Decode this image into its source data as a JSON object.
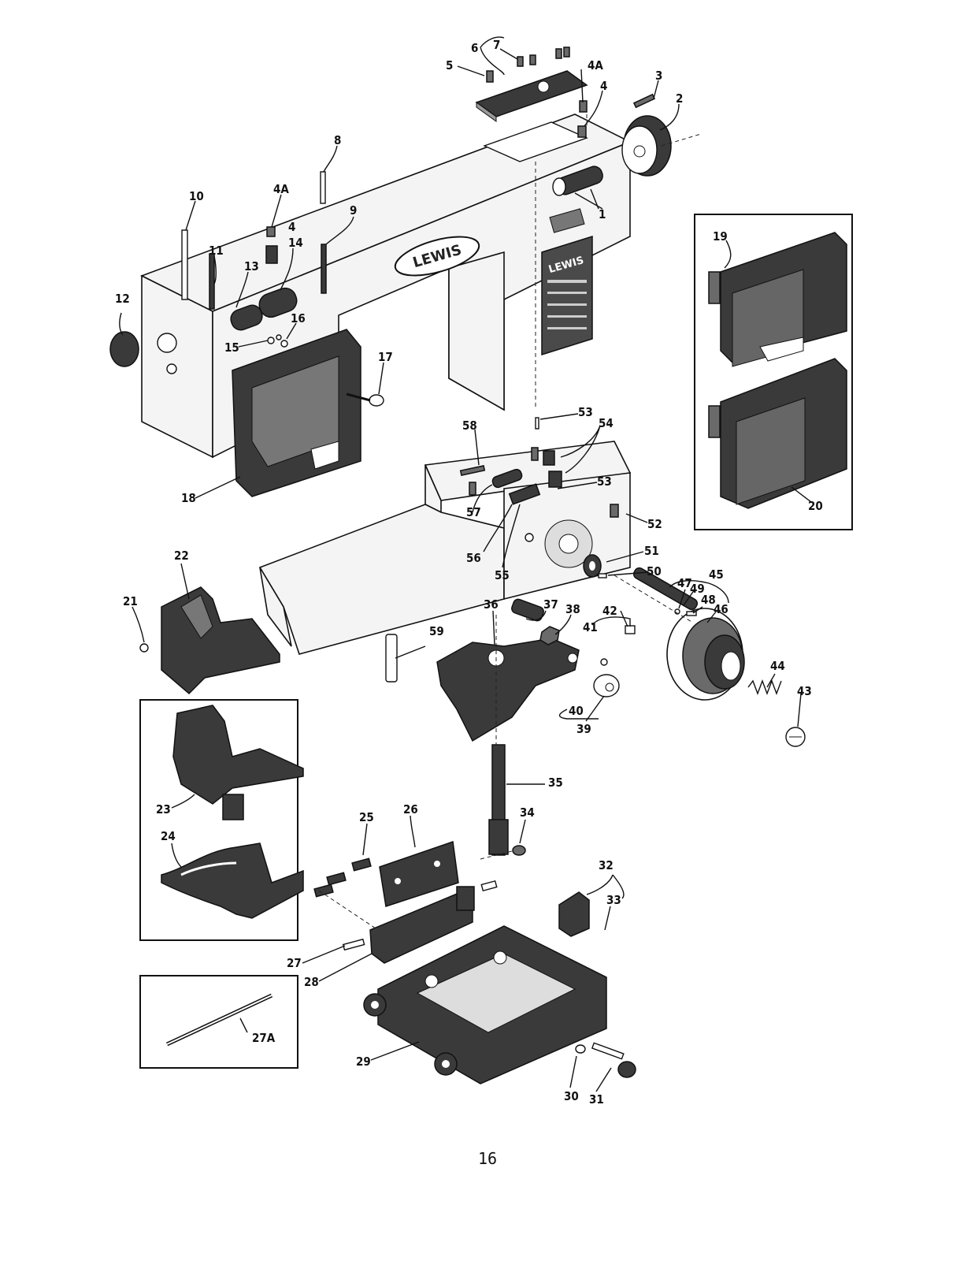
{
  "brand_logo": "LEWIS",
  "page_number": "16",
  "callouts": {
    "c1": "1",
    "c2": "2",
    "c3": "3",
    "c4a": "4",
    "c4b": "4",
    "c4A_a": "4A",
    "c4A_b": "4A",
    "c5": "5",
    "c6": "6",
    "c7": "7",
    "c8": "8",
    "c9": "9",
    "c10": "10",
    "c11": "11",
    "c12": "12",
    "c13": "13",
    "c14": "14",
    "c15": "15",
    "c16": "16",
    "c17": "17",
    "c18": "18",
    "c19": "19",
    "c20": "20",
    "c21": "21",
    "c22": "22",
    "c23": "23",
    "c24": "24",
    "c25": "25",
    "c26": "26",
    "c27": "27",
    "c27A": "27A",
    "c28": "28",
    "c29": "29",
    "c30": "30",
    "c31": "31",
    "c32": "32",
    "c33": "33",
    "c34": "34",
    "c35": "35",
    "c36": "36",
    "c37": "37",
    "c38": "38",
    "c39": "39",
    "c40": "40",
    "c41": "41",
    "c42": "42",
    "c43": "43",
    "c44": "44",
    "c45": "45",
    "c46": "46",
    "c47": "47",
    "c48": "48",
    "c49": "49",
    "c50": "50",
    "c51": "51",
    "c52": "52",
    "c53a": "53",
    "c53b": "53",
    "c54": "54",
    "c55": "55",
    "c56": "56",
    "c57": "57",
    "c58": "58",
    "c59": "59"
  }
}
